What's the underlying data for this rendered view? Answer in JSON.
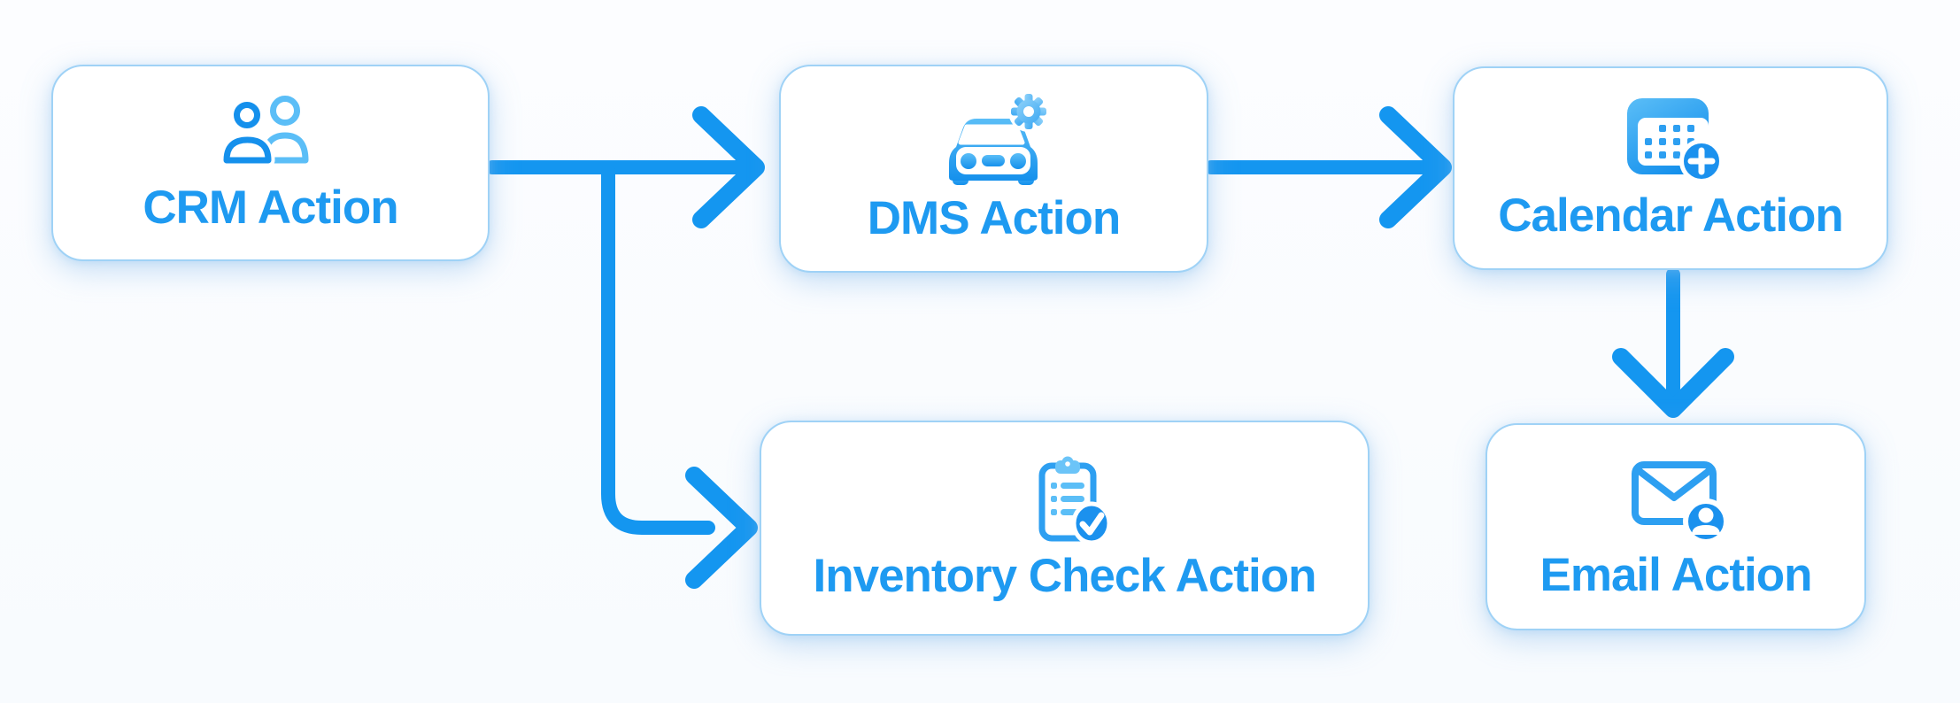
{
  "diagram": {
    "type": "workflow-flowchart",
    "nodes": [
      {
        "id": "crm",
        "label": "CRM Action",
        "icon": "users-icon"
      },
      {
        "id": "dms",
        "label": "DMS Action",
        "icon": "car-gear-icon"
      },
      {
        "id": "calendar",
        "label": "Calendar Action",
        "icon": "calendar-add-icon"
      },
      {
        "id": "inventory",
        "label": "Inventory Check Action",
        "icon": "clipboard-check-icon"
      },
      {
        "id": "email",
        "label": "Email Action",
        "icon": "email-user-icon"
      }
    ],
    "edges": [
      {
        "from": "crm",
        "to": "dms"
      },
      {
        "from": "crm",
        "to": "inventory"
      },
      {
        "from": "dms",
        "to": "calendar"
      },
      {
        "from": "calendar",
        "to": "email"
      }
    ],
    "colors": {
      "accent": "#1496F0",
      "text": "#1E9AF1",
      "border": "#9FD2F6",
      "icon_light": "#5BBEF7",
      "icon_dark": "#1590EC",
      "icon_mid": "#2D9FF1",
      "badge": "#1B91EE",
      "clip_light": "#6BC4F8"
    }
  }
}
